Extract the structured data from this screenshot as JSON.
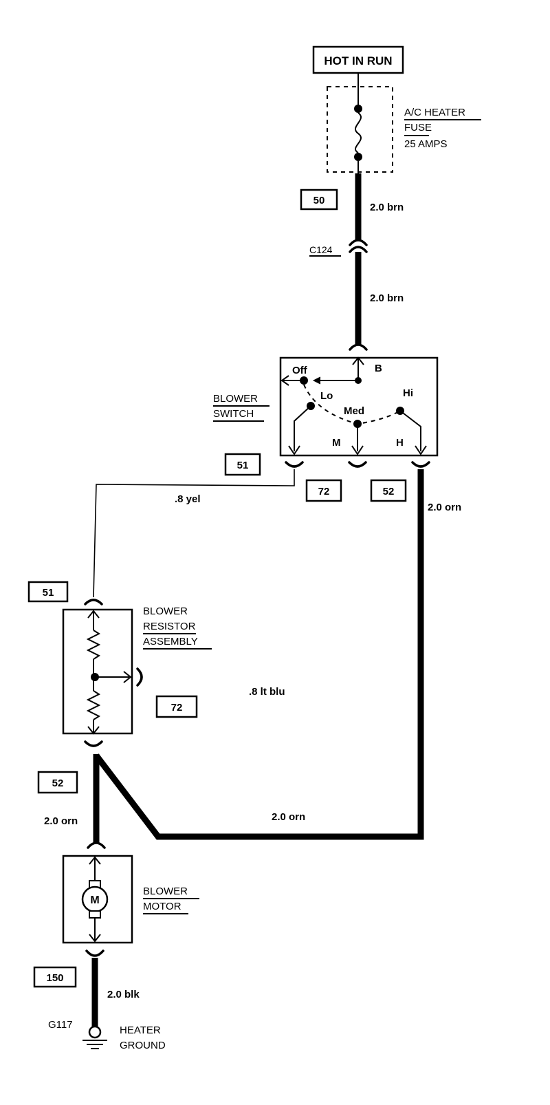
{
  "power_label": "HOT IN RUN",
  "fuse": {
    "line1": "A/C HEATER",
    "line2": "FUSE",
    "line3": "25 AMPS"
  },
  "connector_c124": "C124",
  "circuits": {
    "c50": "50",
    "c51_top": "51",
    "c72_top": "72",
    "c52_top": "52",
    "c51_res": "51",
    "c72_res": "72",
    "c52_bottom": "52",
    "c150": "150"
  },
  "wires": {
    "brn_upper": "2.0 brn",
    "brn_lower": "2.0 brn",
    "yel": ".8 yel",
    "orn_right": "2.0 orn",
    "lt_blu": ".8 lt blu",
    "orn_bottom": "2.0 orn",
    "orn_left": "2.0 orn",
    "blk": "2.0 blk"
  },
  "blower_switch": {
    "title1": "BLOWER",
    "title2": "SWITCH",
    "pos_off": "Off",
    "pos_lo": "Lo",
    "pos_med": "Med",
    "pos_hi": "Hi",
    "term_b": "B",
    "term_m": "M",
    "term_h": "H"
  },
  "resistor": {
    "title1": "BLOWER",
    "title2": "RESISTOR",
    "title3": "ASSEMBLY"
  },
  "motor": {
    "title1": "BLOWER",
    "title2": "MOTOR",
    "symbol": "M"
  },
  "ground": {
    "id": "G117",
    "line1": "HEATER",
    "line2": "GROUND"
  }
}
